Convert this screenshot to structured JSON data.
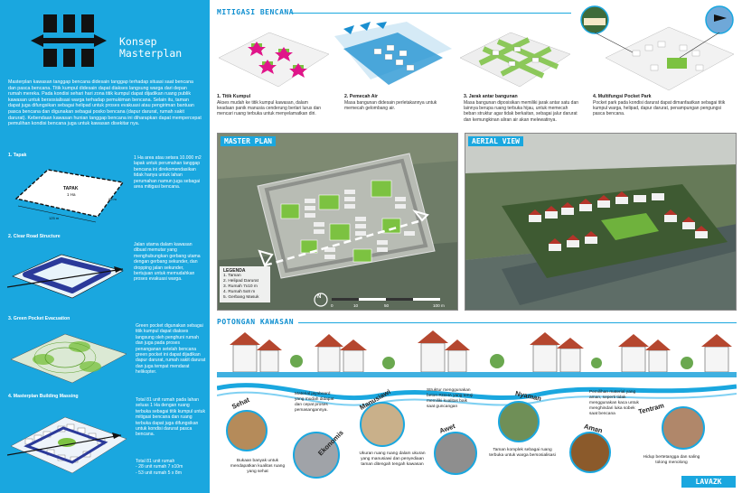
{
  "left": {
    "title_line1": "Konsep",
    "title_line2": "Masterplan",
    "intro": "Masterplan kawasan tanggap bencana didesain tanggap terhadap situasi saat bencana dan pasca bencana. Titik kumpul didesain dapat diakses langsung warga dari depan rumah mereka. Pada kondisi sehari hari zona titik kumpul dapat dijadikan ruang publik kawasan untuk bersosialisasi warga terhadap pemukiman bencana. Selain itu, taman dapat juga difungsikan sebagai helipad untuk proses evakuasi atau pengiriman bantuan pasca bencana dan digunakan sebagai posko bencana (dapur darurat, rumah sakit darurat). Kebendaan kawasan hunian tanggap bencana ini diharapkan dapat mempercepat pemulihan kondisi bencana juga untuk kawasan disekitar nya.",
    "steps": [
      {
        "title": "1. Tapak",
        "desc": "1 Ha area atau setara 10.000 m2 lapak untuk perumahan tanggap bencana ini direkomendasikan tidak hanya untuk lahan perumahan namun juga sebagai area mitigasi bencana.",
        "site_label": "TAPAK",
        "site_sub": "1 Ha",
        "dim_a": "125 m",
        "dim_b": "80 m"
      },
      {
        "title": "2. Clear Road Structure",
        "desc": "Jalan utama dalam kawasan dibuat memutar yang menghubungkan gerbang utama dengan gerbang sekunder, dan dropping jalan sekunder, bertujuan untuk memudahkan proses evakuasi warga."
      },
      {
        "title": "3. Green Pocket Evacuation",
        "desc": "Green pocket digunakan sebagai titik kumpul dapat diakses langsung oleh penghuni rumah dan juga pada proses penanganan setelah bencana green pocket ini dapat dijadikan dapur darurat, rumah sakit darurat dan juga tempat mendarat helikopter."
      },
      {
        "title": "4. Masterplan Building Massing",
        "desc": "Total 81 unit rumah pada lahan seluas 1 Ha dengan ruang terbuka sebagai titik kumpul untuk mitigasi bencana dan ruang terbuka dapat juga difungsikan untuk kondisi darurat pasca bencana.",
        "desc2": "Total 81 unit rumah\n- 28 unit rumah 7 x10m\n- 53 unit rumah 5 x 8m"
      }
    ]
  },
  "mitigasi": {
    "header": "MITIGASI BENCANA",
    "items": [
      {
        "title": "1. Titik Kumpul",
        "desc": "Akses mudah ke titik kumpul kawasan, dalam keadaan panik manusia cenderung berlari lurus dan mencari ruang terbuka untuk menyelamatkan diri."
      },
      {
        "title": "2. Pemecah Air",
        "desc": "Masa bangunan didesain perletakannya untuk memecah gelombang air."
      },
      {
        "title": "3. Jarak antar bangunan",
        "desc": "Masa bangunan diposisikan memiliki jarak antar satu dan lainnya berupa ruang terbuka hijau, untuk memecah beban struktur agar tidak berkaitan, sebagai jalur darurat dan kemungkinan aliran air akan melewatinya."
      },
      {
        "title": "4. Multifungsi Pocket Park",
        "desc": "Pocket park pada kondisi darurat dapat dimanfaatkan sebagai titik kumpul warga, helipad, dapur darurat, penampungan pengungsi pasca bencana."
      }
    ]
  },
  "masterplan": {
    "label": "MASTER PLAN",
    "legend_title": "LEGENDA",
    "legend": [
      "1. Taman",
      "2. Helipad Darurat",
      "3. Rumah 7x10 m",
      "4. Rumah 5x8 m",
      "5. Gerbang Masuk"
    ],
    "scale": [
      "0",
      "10",
      "50",
      "100 m"
    ],
    "north": "N"
  },
  "aerial": {
    "label": "AERIAL VIEW"
  },
  "potongan": {
    "header": "POTONGAN KAWASAN",
    "labels": [
      {
        "word": "Sehat",
        "note": "Bukaan banyak untuk mendapatkan kualitas ruang yang sehat"
      },
      {
        "word": "Ekonomis",
        "note": "Material jayaboard yang mudah didapat dan cepat proses pemasangannya."
      },
      {
        "word": "Manusiawi",
        "note": "Ukuran ruang ruang dalam ukuran yang manusiawi dan penyediaan taman ditengah tengah kawasan"
      },
      {
        "word": "Awet",
        "note": "Struktur menggunakan beton RISHA yang teruji memiliki kualitas baik saat guncangan"
      },
      {
        "word": "Nyaman",
        "note": "Taman komplek sebagai ruang terbuka untuk warga bersosialisasi"
      },
      {
        "word": "Aman",
        "note": "Pemilihan material yang aman, seperti tidak menggunakan kaca untuk menghindari luka sobek saat bencana"
      },
      {
        "word": "Tentram",
        "note": "Hidup bertetangga dan saling tolong menolong"
      }
    ]
  },
  "brand": "LAVAZK",
  "colors": {
    "accent": "#1aa7df",
    "green": "#7cc241",
    "magenta": "#e0158a"
  }
}
